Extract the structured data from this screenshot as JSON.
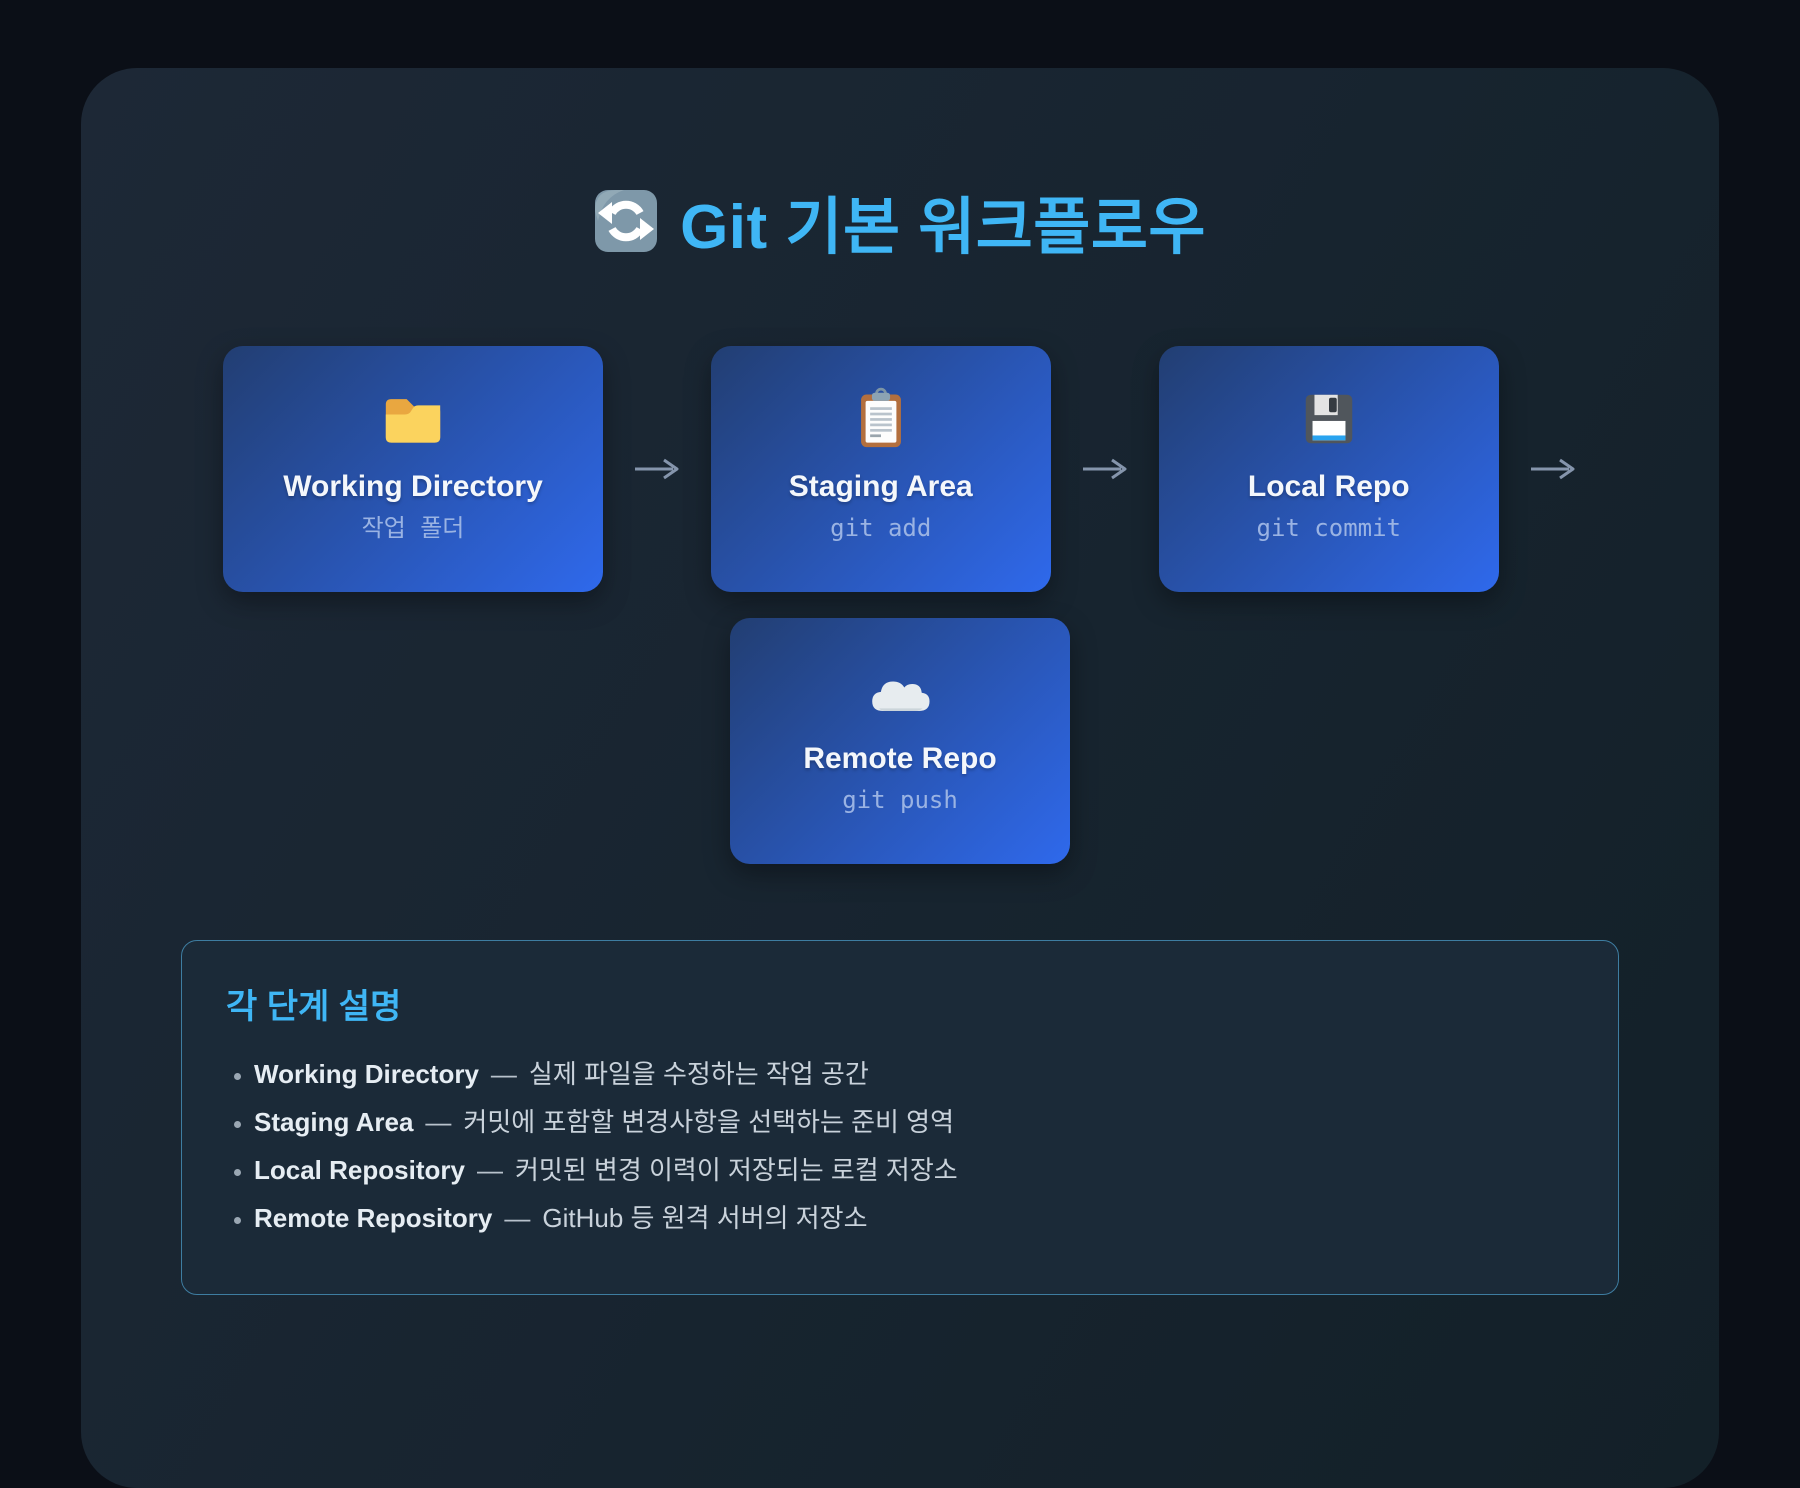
{
  "colors": {
    "page-bg": "#0b0f17",
    "panel-bg-1": "#1d2836",
    "panel-bg-2": "#132028",
    "accent": "#3fb6f5",
    "card-grad-1": "#223e72",
    "card-grad-2": "#2f69ec",
    "card-subtitle": "#9ab3e3",
    "arrow": "#8595ac",
    "legend-bg": "#1b2a38",
    "legend-border": "#3e7da1",
    "text-primary": "#e6edf3",
    "text-secondary": "#c9d2db"
  },
  "title": {
    "icon": "cycle-arrows-icon",
    "text": "Git 기본 워크플로우"
  },
  "flow": {
    "cards": [
      {
        "id": "working-directory",
        "icon": "folder-icon",
        "title": "Working Directory",
        "subtitle": "작업 폴더"
      },
      {
        "id": "staging-area",
        "icon": "clipboard-icon",
        "title": "Staging Area",
        "subtitle": "git add"
      },
      {
        "id": "local-repo",
        "icon": "floppy-disk-icon",
        "title": "Local Repo",
        "subtitle": "git commit"
      },
      {
        "id": "remote-repo",
        "icon": "cloud-icon",
        "title": "Remote Repo",
        "subtitle": "git push"
      }
    ]
  },
  "legend": {
    "heading": "각 단계 설명",
    "dash": "—",
    "items": [
      {
        "term": "Working Directory",
        "desc": "실제 파일을 수정하는 작업 공간"
      },
      {
        "term": "Staging Area",
        "desc": "커밋에 포함할 변경사항을 선택하는 준비 영역"
      },
      {
        "term": "Local Repository",
        "desc": "커밋된 변경 이력이 저장되는 로컬 저장소"
      },
      {
        "term": "Remote Repository",
        "desc": "GitHub 등 원격 서버의 저장소"
      }
    ]
  }
}
